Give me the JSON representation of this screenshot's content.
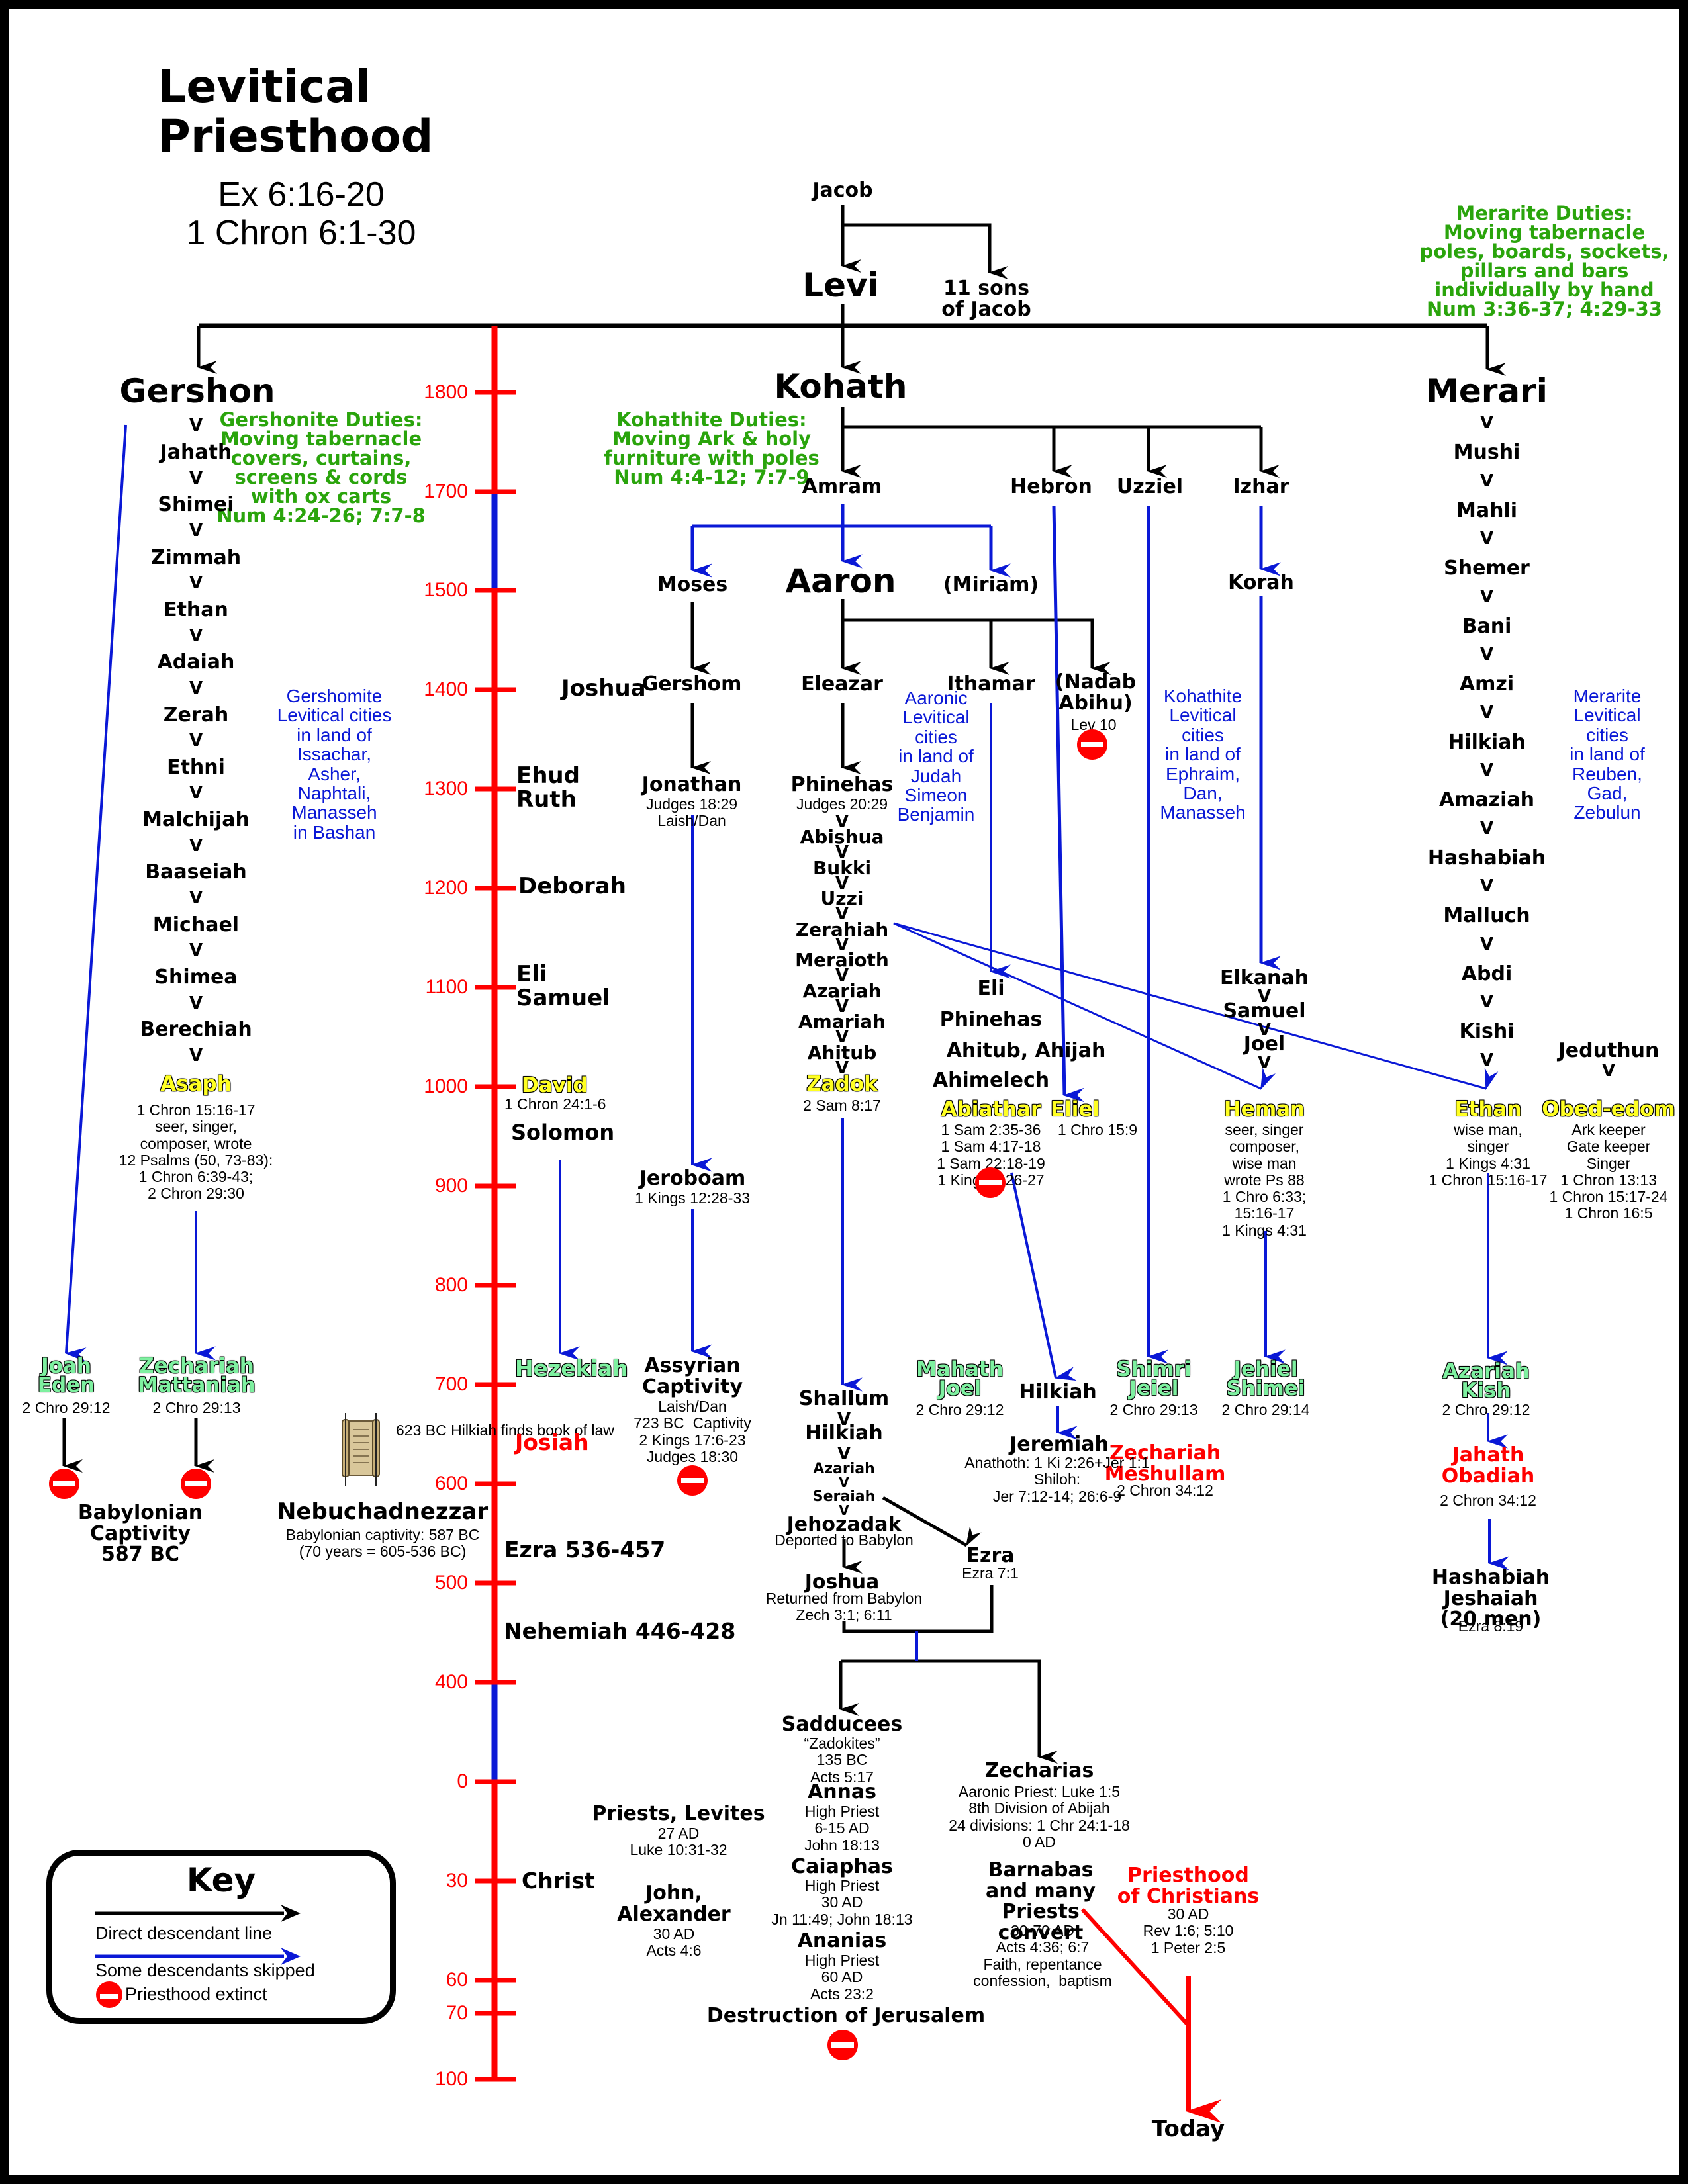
{
  "title": {
    "line1": "Levitical",
    "line2": "Priesthood",
    "ref1": "Ex 6:16-20",
    "ref2": "1 Chron 6:1-30"
  },
  "colors": {
    "direct": "#000000",
    "skipped": "#0a18d6",
    "timeline": "#ff0000",
    "duties": "#2aa40c",
    "cities": "#0a18d6",
    "highlight_yellow": "#ffff22",
    "highlight_green": "#7ef0a0"
  },
  "top": {
    "jacob": "Jacob",
    "levi": "Levi",
    "eleven_sons": "11 sons\nof Jacob"
  },
  "sons": {
    "gershon": "Gershon",
    "kohath": "Kohath",
    "merari": "Merari"
  },
  "duties": {
    "gershonite": "Gershonite Duties:\nMoving tabernacle\ncovers, curtains,\nscreens & cords\nwith ox carts\nNum 4:24-26; 7:7-8",
    "kohathite": "Kohathite Duties:\nMoving Ark & holy\nfurniture with poles\nNum 4:4-12; 7:7-9",
    "merarite": "Merarite Duties:\nMoving tabernacle\npoles, boards, sockets,\npillars and bars\nindividually by hand\nNum 3:36-37; 4:29-33"
  },
  "cities": {
    "gershomite": "Gershomite\nLevitical cities\nin land of\nIssachar,\nAsher,\nNaphtali,\nManasseh\nin Bashan",
    "aaronic": "Aaronic\nLevitical\ncities\nin land of\nJudah\nSimeon\nBenjamin",
    "kohathite": "Kohathite\nLevitical\ncities\nin land of\nEphraim,\nDan,\nManasseh",
    "merarite": "Merarite\nLevitical\ncities\nin land of\nReuben,\nGad,\nZebulun"
  },
  "gershon_line": [
    "Jahath",
    "Shimei",
    "Zimmah",
    "Ethan",
    "Adaiah",
    "Zerah",
    "Ethni",
    "Malchijah",
    "Baaseiah",
    "Michael",
    "Shimea",
    "Berechiah"
  ],
  "merari_line": [
    "Mushi",
    "Mahli",
    "Shemer",
    "Bani",
    "Amzi",
    "Hilkiah",
    "Amaziah",
    "Hashabiah",
    "Malluch",
    "Abdi",
    "Kishi"
  ],
  "descendant_marker": "V",
  "kohath_sons": {
    "amram": "Amram",
    "hebron": "Hebron",
    "uzziel": "Uzziel",
    "izhar": "Izhar",
    "korah": "Korah"
  },
  "amram_children": {
    "moses": "Moses",
    "aaron": "Aaron",
    "miriam": "(Miriam)"
  },
  "moses_line": {
    "gershom": "Gershom",
    "jonathan": "Jonathan",
    "jonathan_ref": "Judges 18:29\nLaish/Dan",
    "jeroboam": "Jeroboam",
    "jeroboam_ref": "1 Kings 12:28-33",
    "assyrian": "Assyrian\nCaptivity",
    "assyrian_ref": "Laish/Dan\n723 BC  Captivity\n2 Kings 17:6-23\nJudges 18:30"
  },
  "aaron_sons": {
    "eleazar": "Eleazar",
    "ithamar": "Ithamar",
    "nadab_abihu": "(Nadab\nAbihu)",
    "nadab_ref": "Lev 10"
  },
  "eleazar_line": {
    "phinehas": "Phinehas",
    "phinehas_ref": "Judges 20:29",
    "chain": [
      "Abishua",
      "Bukki",
      "Uzzi",
      "Zerahiah",
      "Meraioth",
      "Azariah",
      "Amariah",
      "Ahitub"
    ],
    "zadok": "Zadok",
    "zadok_ref": "2 Sam 8:17"
  },
  "ithamar_line": {
    "names": [
      "Eli",
      "Phinehas",
      "Ahitub, Ahijah",
      "Ahimelech"
    ],
    "abiathar": "Abiathar",
    "abiathar_ref": "1 Sam 2:35-36\n1 Sam 4:17-18\n1 Sam 22:18-19\n1 Kings 2:26-27"
  },
  "eliel": {
    "name": "Eliel",
    "ref": "1 Chro 15:9"
  },
  "izhar_line": {
    "elkanah": "Elkanah",
    "samuel": "Samuel",
    "joel": "Joel",
    "heman": "Heman",
    "heman_ref": "seer, singer\ncomposer,\nwise man\nwrote Ps 88\n1 Chro 6:33;\n15:16-17\n1 Kings 4:31"
  },
  "merari_end": {
    "ethan": "Ethan",
    "ethan_ref": "wise man,\nsinger\n1 Kings 4:31\n1 Chron 15:16-17",
    "jeduthun": "Jeduthun",
    "obed_edom": "Obed-edom",
    "obed_ref": "Ark keeper\nGate keeper\nSinger\n1 Chron 13:13\n1 Chron 15:17-24\n1 Chron 16:5"
  },
  "asaph": {
    "name": "Asaph",
    "ref": "1 Chron 15:16-17\nseer, singer,\ncomposer, wrote\n12 Psalms (50, 73-83):\n1 Chron 6:39-43;\n2 Chron 29:30"
  },
  "hezekiah_era": {
    "joah": "Joah\nEden",
    "joah_ref": "2 Chro 29:12",
    "zechariah": "Zechariah\nMattaniah",
    "zechariah_ref": "2 Chro 29:13",
    "mahath": "Mahath\nJoel",
    "mahath_ref": "2 Chro 29:12",
    "shimri": "Shimri\nJeiel",
    "shimri_ref": "2 Chro 29:13",
    "jehiel": "Jehiel\nShimei",
    "jehiel_ref": "2 Chro 29:14",
    "azariah": "Azariah\nKish",
    "azariah_ref": "2 Chro 29:12"
  },
  "josiah_era": {
    "zech_mesh": "Zechariah\nMeshullam",
    "zech_mesh_ref": "2 Chron 34:12",
    "jahath": "Jahath\nObadiah",
    "jahath_ref": "2 Chron 34:12",
    "hashabiah": "Hashabiah\nJeshaiah\n(20 men)",
    "hashabiah_ref": "Ezra 8:19",
    "hilkiah": "Hilkiah",
    "jeremiah": "Jeremiah",
    "jeremiah_ref": "Anathoth: 1 Ki 2:26+Jer 1:1\nShiloh:\nJer 7:12-14; 26:6-9"
  },
  "zadok_line": {
    "shallum": "Shallum",
    "hilkiah": "Hilkiah",
    "azariah": "Azariah",
    "seraiah": "Seraiah",
    "jehozadak": "Jehozadak",
    "jehozadak_ref": "Deported to Babylon",
    "joshua": "Joshua",
    "joshua_ref": "Returned from Babylon\nZech 3:1; 6:11",
    "ezra": "Ezra",
    "ezra_ref": "Ezra 7:1"
  },
  "babylon": {
    "label": "Babylonian\nCaptivity\n587 BC",
    "nebuchadnezzar": "Nebuchadnezzar",
    "neb_ref": "Babylonian captivity: 587 BC\n(70 years = 605-536 BC)",
    "scroll_note": "623 BC\nHilkiah finds\nbook of law"
  },
  "nt": {
    "sadducees": "Sadducees",
    "sadducees_ref": "“Zadokites”\n135 BC\nActs 5:17",
    "annas": "Annas",
    "annas_ref": "High Priest\n6-15 AD\nJohn 18:13",
    "caiaphas": "Caiaphas",
    "caiaphas_ref": "High Priest\n30 AD\nJn 11:49; John 18:13",
    "ananias": "Ananias",
    "ananias_ref": "High Priest\n60 AD\nActs 23:2",
    "destruction": "Destruction of Jerusalem",
    "priests_levites": "Priests, Levites",
    "priests_ref": "27 AD\nLuke 10:31-32",
    "john_alex": "John,\nAlexander",
    "john_ref": "30 AD\nActs 4:6",
    "zecharias": "Zecharias",
    "zecharias_ref": "Aaronic Priest: Luke 1:5\n8th Division of Abijah\n24 divisions: 1 Chr 24:1-18\n0 AD",
    "barnabas": "Barnabas\nand many\nPriests\nconvert",
    "barnabas_ref": "30-70 AD\nActs 4:36; 6:7\nFaith, repentance\nconfession,  baptism",
    "christians": "Priesthood\nof Christians",
    "christians_ref": "30 AD\nRev 1:6; 5:10\n1 Peter 2:5",
    "today": "Today"
  },
  "timeline": {
    "ticks": [
      "1800",
      "1700",
      "1500",
      "1400",
      "1300",
      "1200",
      "1100",
      "1000",
      "900",
      "800",
      "700",
      "600",
      "500",
      "400",
      "0",
      "30",
      "60",
      "70",
      "100"
    ],
    "events": {
      "joshua": "Joshua",
      "ehud_ruth": "Ehud\nRuth",
      "deborah": "Deborah",
      "eli_samuel": "Eli\nSamuel",
      "david": "David",
      "david_ref": "1 Chron 24:1-6",
      "solomon": "Solomon",
      "hezekiah": "Hezekiah",
      "josiah": "Josiah",
      "ezra": "Ezra 536-457",
      "nehemiah": "Nehemiah 446-428",
      "christ": "Christ"
    }
  },
  "key": {
    "title": "Key",
    "direct": "Direct descendant line",
    "skipped": "Some descendants skipped",
    "extinct": "Priesthood extinct"
  }
}
